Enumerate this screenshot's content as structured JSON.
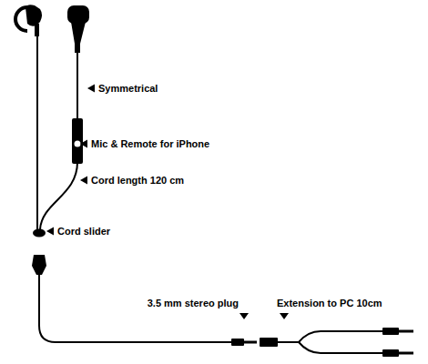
{
  "diagram": {
    "labels": [
      "Symmetrical",
      "Mic & Remote for iPhone",
      "Cord length 120 cm",
      "Cord slider",
      "3.5 mm stereo plug",
      "Extension to PC 10cm"
    ]
  }
}
